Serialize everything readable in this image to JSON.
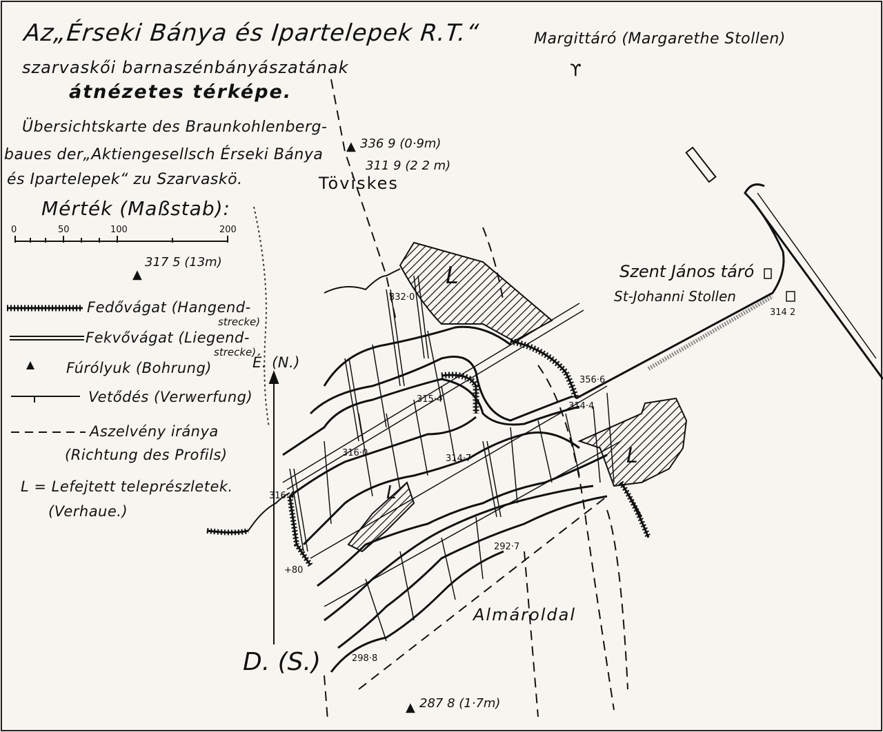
{
  "title": {
    "line1": "Az„Érseki Bánya és Ipartelepek R.T.“",
    "line2": "szarvaskői barnaszénbányászatának",
    "line3": "átnézetes térképe.",
    "german1": "Übersichtskarte des Braunkohlenberg-",
    "german2": "baues der„Aktiengesellsch Érseki Bánya",
    "german3": "és Ipartelepek“ zu Szarvaskö."
  },
  "scale": {
    "label": "Mérték (Maßstab):",
    "ticks": [
      "0",
      "50",
      "100",
      "200"
    ]
  },
  "legend": {
    "hangend": "Fedővágat (Hangend-",
    "hangend2": "strecke)",
    "liegend": "Fekvővágat (Liegend-",
    "liegend2": "strecke)",
    "bohrung": "Fúrólyuk (Bohrung)",
    "verwerfung": "Vetődés (Verwerfung)",
    "profil": "Aszelvény iránya",
    "profil2": "(Richtung des Profils)",
    "verhaue": "L = Lefejtett teleprészletek.",
    "verhaue2": "(Verhaue.)"
  },
  "north": "É. (N.)",
  "south": "D. (S.)",
  "places": {
    "margit": "Margittáró (Margarethe Stollen)",
    "toviskes": "Töviskes",
    "szent_janos": "Szent János táró",
    "st_johanni": "St-Johanni Stollen",
    "almaroldal": "Almároldal"
  },
  "boreholes": {
    "b1a": "336 9 (0·9m)",
    "b1b": "311 9 (2 2 m)",
    "b2": "317 5 (13m)",
    "b3": "287 8 (1·7m)"
  },
  "elevations": {
    "e3320": "332·0",
    "e3566": "356·6",
    "e3144": "314·4",
    "e3142": "314 2",
    "e3154": "315·4",
    "e3160": "316·0",
    "e3147": "314·7",
    "e3164": "316·4",
    "e2927": "292·7",
    "e2988": "298·8",
    "e80": "+80"
  },
  "verhau_label": "L",
  "colors": {
    "ink": "#111111",
    "paper": "#f7f5ef"
  }
}
